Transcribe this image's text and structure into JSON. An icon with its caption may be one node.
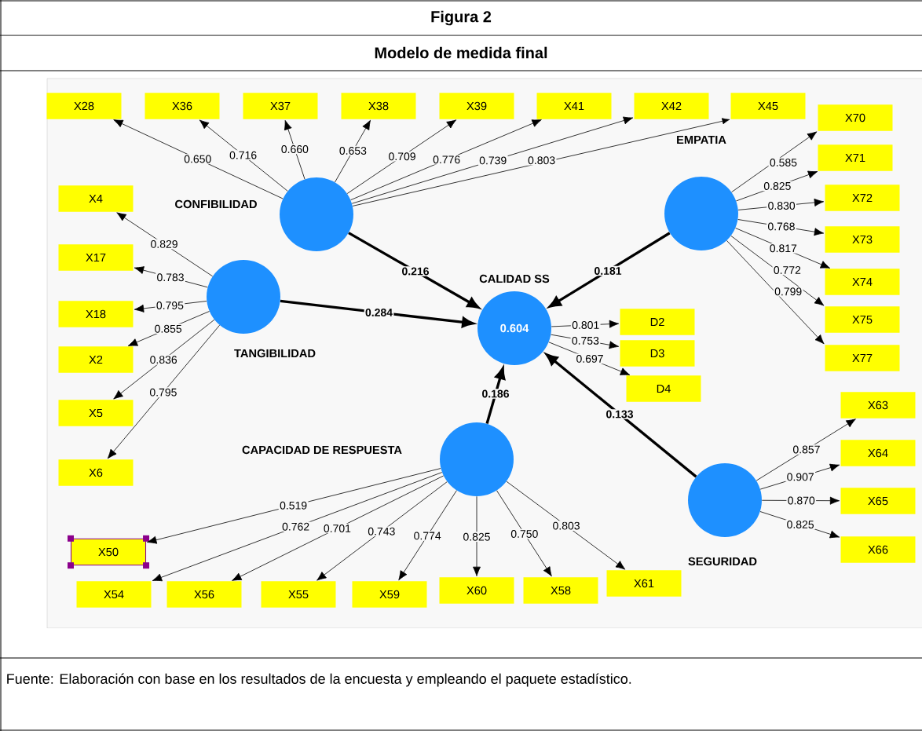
{
  "diagram": {
    "title": "Figura 2",
    "caption": "Fuente: Elaboración con base en los resultados de la encuesta y empleando el paquete estadístico.",
    "labels": [
      "Modelo de medida final",
      "EMPATIA",
      "SEGURIDAD"
    ],
    "nodes": [
      {
        "text": [
          "X28"
        ]
      },
      {
        "text": [
          "X36"
        ]
      },
      {
        "text": [
          "X37"
        ]
      },
      {
        "text": [
          "X38"
        ]
      },
      {
        "text": [
          "X39"
        ]
      },
      {
        "text": [
          "X41"
        ]
      },
      {
        "text": [
          "X42"
        ]
      },
      {
        "text": [
          "X45"
        ]
      },
      {
        "text": [
          "X70"
        ]
      },
      {
        "text": [
          "X71"
        ]
      },
      {
        "text": [
          "X72"
        ]
      },
      {
        "text": [
          "X73"
        ]
      },
      {
        "text": [
          "X74"
        ]
      },
      {
        "text": [
          "X75"
        ]
      },
      {
        "text": [
          "X77"
        ]
      },
      {
        "text": [
          "X4"
        ]
      },
      {
        "text": [
          "X17"
        ]
      },
      {
        "text": [
          "X18"
        ]
      },
      {
        "text": [
          "X2"
        ]
      },
      {
        "text": [
          "X5"
        ]
      },
      {
        "text": [
          "X6"
        ]
      },
      {
        "text": [],
        "shape": "circle",
        "beside": [
          "CONFIBILIDAD"
        ]
      },
      {
        "text": [],
        "shape": "circle",
        "beside": [
          "TANGIBILIDAD"
        ]
      },
      {
        "text": [
          "0.604"
        ],
        "beside": [
          "CALIDAD SS"
        ]
      },
      {
        "text": [],
        "shape": "circle"
      },
      {
        "text": [],
        "shape": "circle",
        "beside": [
          "CAPACIDAD DE RESPUESTA"
        ]
      },
      {
        "text": [],
        "shape": "circle"
      },
      {
        "text": [
          "D2"
        ]
      },
      {
        "text": [
          "D3"
        ]
      },
      {
        "text": [
          "D4"
        ]
      },
      {
        "text": [
          "X63"
        ]
      },
      {
        "text": [
          "X64"
        ]
      },
      {
        "text": [
          "X65"
        ]
      },
      {
        "text": [
          "X66"
        ]
      },
      {
        "text": [
          "X50"
        ]
      },
      {
        "text": [
          "X54"
        ]
      },
      {
        "text": [
          "X56"
        ]
      },
      {
        "text": [
          "X55"
        ]
      },
      {
        "text": [
          "X59"
        ]
      },
      {
        "text": [
          "X60"
        ]
      },
      {
        "text": [
          "X58"
        ]
      },
      {
        "text": [
          "X61"
        ]
      }
    ],
    "edges": [
      {
        "from": 21,
        "to": 0,
        "arrow": "to",
        "label": "0.650"
      },
      {
        "from": 21,
        "to": 1,
        "arrow": "to",
        "label": "0.716"
      },
      {
        "from": 21,
        "to": 2,
        "arrow": "to",
        "label": "0.660"
      },
      {
        "from": 21,
        "to": 3,
        "arrow": "to",
        "label": "0.653"
      },
      {
        "from": 21,
        "to": 4,
        "arrow": "to",
        "label": "0.709"
      },
      {
        "from": 21,
        "to": 5,
        "arrow": "to",
        "label": "0.776"
      },
      {
        "from": 21,
        "to": 6,
        "arrow": "to",
        "label": "0.739"
      },
      {
        "from": 21,
        "to": 7,
        "arrow": "to",
        "label": "0.803"
      },
      {
        "from": 24,
        "to": 8,
        "arrow": "to",
        "label": "0.585"
      },
      {
        "from": 24,
        "to": 9,
        "arrow": "to",
        "label": "0.825"
      },
      {
        "from": 24,
        "to": 10,
        "arrow": "to",
        "label": "0.830"
      },
      {
        "from": 24,
        "to": 11,
        "arrow": "to",
        "label": "0.768"
      },
      {
        "from": 24,
        "to": 12,
        "arrow": "to",
        "label": "0.817"
      },
      {
        "from": 24,
        "to": 13,
        "arrow": "to",
        "label": "0.772"
      },
      {
        "from": 24,
        "to": 14,
        "arrow": "to",
        "label": "0.799"
      },
      {
        "from": 22,
        "to": 15,
        "arrow": "to",
        "label": "0.829"
      },
      {
        "from": 22,
        "to": 16,
        "arrow": "to",
        "label": "0.783"
      },
      {
        "from": 22,
        "to": 17,
        "arrow": "to",
        "label": "0.795"
      },
      {
        "from": 22,
        "to": 18,
        "arrow": "to",
        "label": "0.855"
      },
      {
        "from": 22,
        "to": 19,
        "arrow": "to",
        "label": "0.836"
      },
      {
        "from": 22,
        "to": 20,
        "arrow": "to",
        "label": "0.795"
      },
      {
        "from": 23,
        "to": 27,
        "arrow": "to",
        "label": "0.801"
      },
      {
        "from": 23,
        "to": 28,
        "arrow": "to",
        "label": "0.753"
      },
      {
        "from": 23,
        "to": 29,
        "arrow": "to",
        "label": "0.697"
      },
      {
        "from": 25,
        "to": 34,
        "arrow": "to",
        "label": "0.519"
      },
      {
        "from": 25,
        "to": 35,
        "arrow": "to",
        "label": "0.762"
      },
      {
        "from": 25,
        "to": 36,
        "arrow": "to",
        "label": "0.701"
      },
      {
        "from": 25,
        "to": 37,
        "arrow": "to",
        "label": "0.743"
      },
      {
        "from": 25,
        "to": 38,
        "arrow": "to",
        "label": "0.774"
      },
      {
        "from": 25,
        "to": 39,
        "arrow": "to",
        "label": "0.825"
      },
      {
        "from": 25,
        "to": 40,
        "arrow": "to",
        "label": "0.750"
      },
      {
        "from": 25,
        "to": 41,
        "arrow": "to",
        "label": "0.803"
      },
      {
        "from": 26,
        "to": 30,
        "arrow": "to",
        "label": "0.857"
      },
      {
        "from": 26,
        "to": 31,
        "arrow": "to",
        "label": "0.907"
      },
      {
        "from": 26,
        "to": 32,
        "arrow": "to",
        "label": "0.870"
      },
      {
        "from": 26,
        "to": 33,
        "arrow": "to",
        "label": "0.825"
      },
      {
        "from": 21,
        "to": 23,
        "arrow": "to",
        "label": "0.216",
        "style": "thick"
      },
      {
        "from": 22,
        "to": 23,
        "arrow": "to",
        "label": "0.284",
        "style": "thick"
      },
      {
        "from": 24,
        "to": 23,
        "arrow": "to",
        "label": "0.181",
        "style": "thick"
      },
      {
        "from": 25,
        "to": 23,
        "arrow": "to",
        "label": "0.186",
        "style": "thick"
      },
      {
        "from": 26,
        "to": 23,
        "arrow": "to",
        "label": "0.133",
        "style": "thick"
      }
    ]
  }
}
